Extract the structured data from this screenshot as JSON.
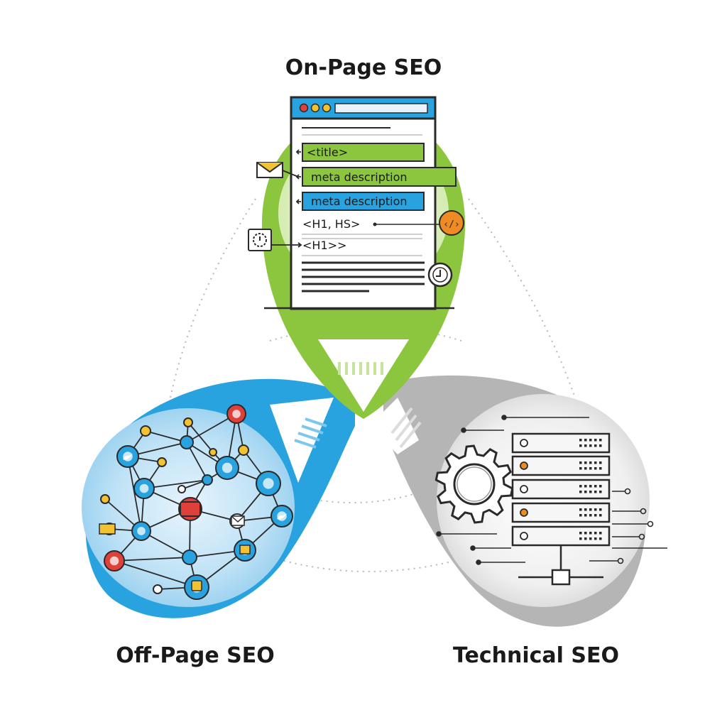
{
  "sections": {
    "on_page": {
      "title": "On-Page SEO"
    },
    "off_page": {
      "title": "Off-Page SEO"
    },
    "technical": {
      "title": "Technical SEO"
    }
  },
  "page_mockup": {
    "tags": [
      "<title>",
      "meta description",
      "meta description",
      "<H1, HS>",
      "<H1>>"
    ]
  },
  "colors": {
    "green": "#8cc63f",
    "blue": "#29a3e0",
    "gray": "#b5b5b5",
    "orange": "#f08a24",
    "red": "#e0403a",
    "yellow": "#f2c230",
    "outline": "#2a2a2a"
  },
  "icons": {
    "on_page": [
      "envelope-icon",
      "clock-icon",
      "code-icon",
      "timer-icon"
    ],
    "off_page": [
      "twitter-icon",
      "thumbs-up-icon",
      "share-icon",
      "chat-icon",
      "mail-icon"
    ],
    "technical": [
      "gear-icon",
      "server-rack-icon",
      "network-icon"
    ]
  }
}
